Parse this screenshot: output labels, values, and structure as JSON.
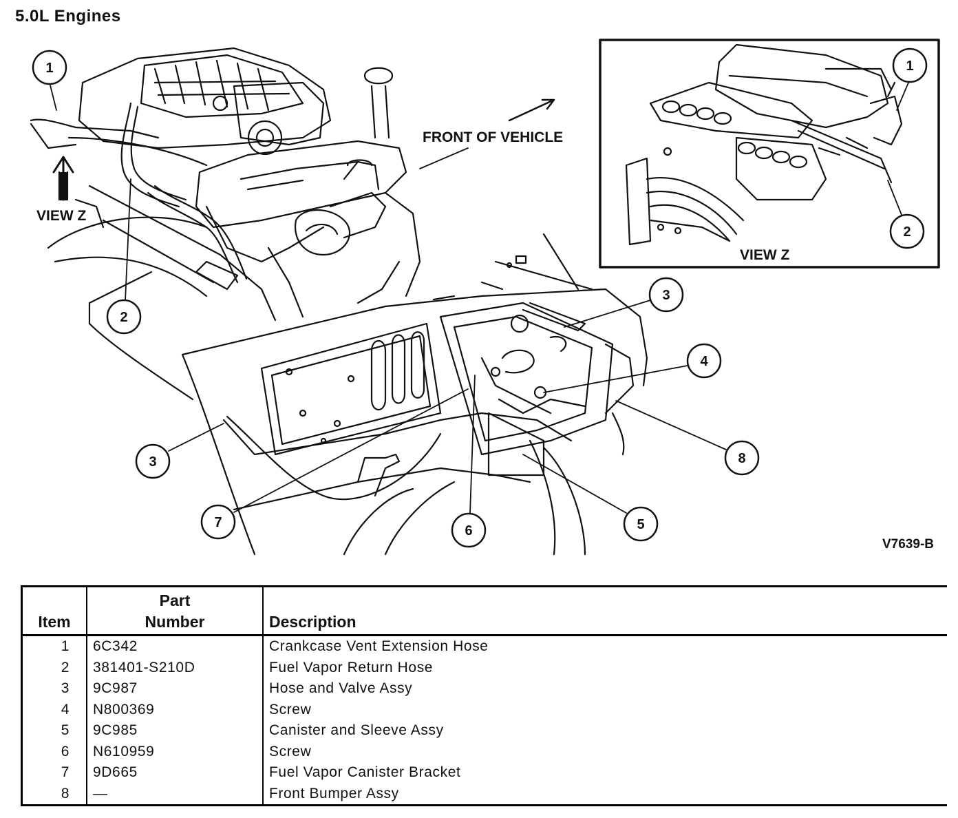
{
  "title": "5.0L Engines",
  "labels": {
    "front_of_vehicle": "FRONT OF VEHICLE",
    "view_z_arrow": "VIEW Z",
    "view_z_inset": "VIEW Z",
    "figure_code": "V7639-B"
  },
  "callouts": {
    "c1_main": "1",
    "c2_main": "2",
    "c1_inset": "1",
    "c2_inset": "2",
    "c3_top": "3",
    "c4": "4",
    "c8": "8",
    "c3_left": "3",
    "c7": "7",
    "c6": "6",
    "c5": "5"
  },
  "table": {
    "headers": {
      "item": "Item",
      "part_line1": "Part",
      "part_line2": "Number",
      "description": "Description"
    },
    "rows": [
      {
        "item": "1",
        "part": "6C342",
        "description": "Crankcase Vent Extension Hose"
      },
      {
        "item": "2",
        "part": "381401-S210D",
        "description": "Fuel Vapor Return Hose"
      },
      {
        "item": "3",
        "part": "9C987",
        "description": "Hose and Valve Assy"
      },
      {
        "item": "4",
        "part": "N800369",
        "description": "Screw"
      },
      {
        "item": "5",
        "part": "9C985",
        "description": "Canister and Sleeve Assy"
      },
      {
        "item": "6",
        "part": "N610959",
        "description": "Screw"
      },
      {
        "item": "7",
        "part": "9D665",
        "description": "Fuel Vapor Canister Bracket"
      },
      {
        "item": "8",
        "part": "—",
        "description": "Front Bumper Assy"
      }
    ]
  }
}
